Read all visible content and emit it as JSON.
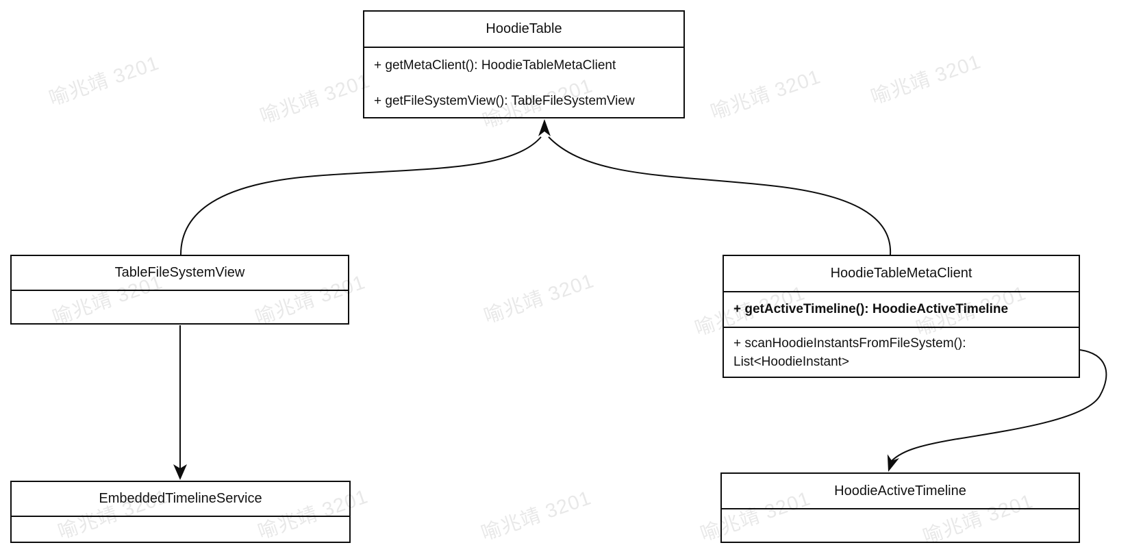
{
  "watermark": {
    "text": "喻兆靖 3201"
  },
  "classes": [
    {
      "title": "HoodieTable",
      "methods": [
        "+ getMetaClient(): HoodieTableMetaClient",
        "+ getFileSystemView(): TableFileSystemView"
      ]
    },
    {
      "title": "TableFileSystemView",
      "methods": []
    },
    {
      "title": "HoodieTableMetaClient",
      "methods": [
        "+ getActiveTimeline(): HoodieActiveTimeline",
        "+ scanHoodieInstantsFromFileSystem(): List<HoodieInstant>"
      ]
    },
    {
      "title": "EmbeddedTimelineService",
      "methods": []
    },
    {
      "title": "HoodieActiveTimeline",
      "methods": []
    }
  ],
  "colors": {
    "stroke": "#0d0d0d",
    "background": "#ffffff",
    "watermark": "rgba(0,0,0,0.09)"
  }
}
